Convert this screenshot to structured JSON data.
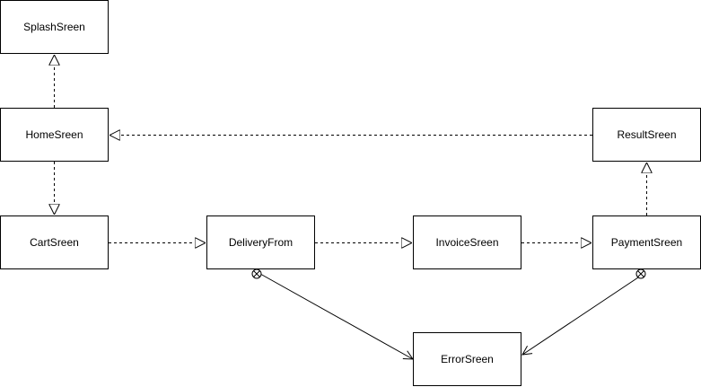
{
  "nodes": {
    "splash": "SplashSreen",
    "home": "HomeSreen",
    "cart": "CartSreen",
    "delivery": "DeliveryFrom",
    "invoice": "InvoiceSreen",
    "payment": "PaymentSreen",
    "result": "ResultSreen",
    "error": "ErrorSreen"
  },
  "edges": [
    {
      "from": "HomeSreen",
      "to": "SplashSreen",
      "style": "dashed",
      "arrow": "hollow-triangle"
    },
    {
      "from": "HomeSreen",
      "to": "CartSreen",
      "style": "dashed",
      "arrow": "hollow-triangle"
    },
    {
      "from": "CartSreen",
      "to": "DeliveryFrom",
      "style": "dashed",
      "arrow": "hollow-triangle"
    },
    {
      "from": "DeliveryFrom",
      "to": "InvoiceSreen",
      "style": "dashed",
      "arrow": "hollow-triangle"
    },
    {
      "from": "InvoiceSreen",
      "to": "PaymentSreen",
      "style": "dashed",
      "arrow": "hollow-triangle"
    },
    {
      "from": "PaymentSreen",
      "to": "ResultSreen",
      "style": "dashed",
      "arrow": "hollow-triangle"
    },
    {
      "from": "ResultSreen",
      "to": "HomeSreen",
      "style": "dashed",
      "arrow": "hollow-triangle"
    },
    {
      "from": "DeliveryFrom",
      "to": "ErrorSreen",
      "style": "solid",
      "arrow": "open",
      "source_marker": "crossed-circle"
    },
    {
      "from": "PaymentSreen",
      "to": "ErrorSreen",
      "style": "solid",
      "arrow": "open",
      "source_marker": "crossed-circle"
    }
  ],
  "colors": {
    "stroke": "#000000",
    "fill": "#ffffff"
  }
}
